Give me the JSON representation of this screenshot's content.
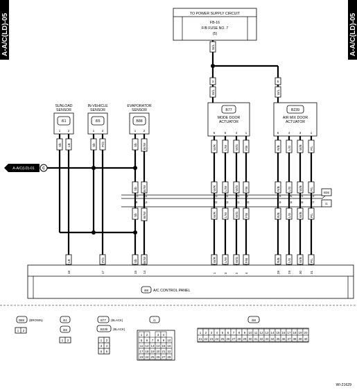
{
  "sidebar": {
    "left_tab": "A-A/C(LD)-05",
    "right_tab": "A-A/C(LD)-05"
  },
  "power": {
    "header": "TO POWER SUPPLY CIRCUIT",
    "fuse_line1": "FB-16",
    "fuse_line2": "F/B FUSE NO. 7",
    "fuse_line3": "(5)",
    "trunk_wire": "W/L",
    "mode_feed_pin": "3",
    "mode_feed_wire": "W/L",
    "air_feed_pin": "5",
    "air_feed_wire": "W/L"
  },
  "ref": {
    "label": "A-A/C(LD)-01",
    "marker": "C"
  },
  "sensors": [
    {
      "title1": "SUNLOAD",
      "title2": "SENSOR",
      "code": "i51",
      "pins": [
        "1",
        "2"
      ],
      "wires": [
        "Sb",
        "LB"
      ],
      "panel_pin": "18",
      "panel_wire": "LB"
    },
    {
      "title1": "IN-VEHICLE",
      "title2": "SENSOR",
      "code": "i55",
      "pins": [
        "1",
        "2"
      ],
      "wires": [
        "Sb",
        "P/G"
      ],
      "panel_pin": "17",
      "panel_wire": "P/G"
    },
    {
      "title1": "EVAPORATOR",
      "title2": "SENSOR",
      "code": "B88",
      "pins": [
        "1",
        "2"
      ],
      "wires": [
        "Sb",
        "Br/W"
      ]
    }
  ],
  "actuators": [
    {
      "title1": "MODE DOOR",
      "title2": "ACTUATOR",
      "code": "B77",
      "pins": [
        "6",
        "5",
        "4",
        "1"
      ],
      "wires": [
        "W/R",
        "L/W",
        "W/G",
        "F/B"
      ]
    },
    {
      "title1": "AIR MIX DOOR",
      "title2": "ACTUATOR",
      "code": "B239",
      "pins": [
        "6",
        "4",
        "3",
        "1"
      ],
      "wires": [
        "R/B",
        "L/G",
        "W/B",
        "P/L"
      ]
    }
  ],
  "bus": {
    "connector_B": "B36",
    "connector_i": "i1",
    "evap_pins_upper": [
      "10",
      "11"
    ],
    "evap_pins_lower": [
      "9",
      "10"
    ],
    "evap_wires_upper": [
      "Sb",
      "Br/W"
    ],
    "evap_wires_lower": [
      "Sb",
      "Br/W"
    ],
    "mode_pins_upper": [
      "23",
      "22",
      "20",
      "2"
    ],
    "mode_pins_lower": [
      "22",
      "23",
      "21",
      "20"
    ],
    "mode_wires": [
      "W/R",
      "L/W",
      "W/G",
      "F/B"
    ],
    "air_pins_upper": [
      "19",
      "26",
      "21",
      "12"
    ],
    "air_pins_lower": [
      "19",
      "18",
      "26",
      "27"
    ],
    "air_wires": [
      "R/B",
      "L/G",
      "W/B",
      "P/L"
    ]
  },
  "panel": {
    "code": "i98",
    "title": "A/C CONTROL PANEL",
    "evap_pins": [
      "15",
      "14"
    ],
    "evap_wires": [
      "Sb",
      "Br/W"
    ],
    "mode_pins": [
      "1",
      "3",
      "2",
      "4"
    ],
    "mode_wires": [
      "W/R",
      "L/W",
      "W/G",
      "F/B"
    ],
    "air_pins": [
      "28",
      "29",
      "30",
      "31"
    ],
    "air_wires": [
      "R/B",
      "L/G",
      "W/B",
      "P/L"
    ]
  },
  "legend": {
    "b88_code": "B88",
    "b88_color": "(BROWN)",
    "b88_pins": [
      "1",
      "2"
    ],
    "i51_code": "i51",
    "i55_code": "i55",
    "i5x_pins": [
      "1",
      "2"
    ],
    "b77_code": "B77",
    "b77_color": "(BLACK)",
    "b239_code": "B239",
    "b239_color": "(BLACK)",
    "b_pins": [
      "1",
      "2",
      "3",
      "4",
      "5",
      "6"
    ],
    "i1_code": "i1",
    "i1_rows": [
      [
        "1",
        "2",
        "",
        "3",
        "4"
      ],
      [
        "5",
        "6",
        "7",
        "8",
        "9",
        "10"
      ],
      [
        "11",
        "12",
        "13",
        "14",
        "15",
        "16"
      ],
      [
        "17",
        "18",
        "19",
        "20",
        "21",
        "22"
      ],
      [
        "23",
        "24",
        "25",
        "26",
        "27",
        "28"
      ]
    ],
    "i98_code": "i98",
    "i98_row1": [
      "1",
      "2",
      "3",
      "4",
      "5",
      "6",
      "7",
      "8",
      "9",
      "10",
      "11",
      "12",
      "13",
      "14",
      "15",
      "16",
      "17",
      "18",
      "19",
      "20"
    ],
    "i98_row2": [
      "21",
      "22",
      "23",
      "24",
      "25",
      "26",
      "27",
      "28",
      "29",
      "30",
      "31",
      "32",
      "33",
      "34",
      "35",
      "36",
      "37",
      "38",
      "39",
      "40"
    ]
  },
  "footer": {
    "code": "WI-21629"
  }
}
